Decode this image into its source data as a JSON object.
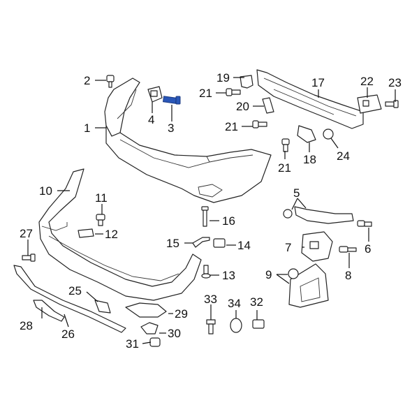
{
  "diagram": {
    "highlight_color": "#2a57b8",
    "callouts": [
      {
        "id": "c1",
        "label": "1"
      },
      {
        "id": "c2",
        "label": "2"
      },
      {
        "id": "c3",
        "label": "3",
        "highlighted": true
      },
      {
        "id": "c4",
        "label": "4"
      },
      {
        "id": "c5",
        "label": "5"
      },
      {
        "id": "c6",
        "label": "6"
      },
      {
        "id": "c7",
        "label": "7"
      },
      {
        "id": "c8",
        "label": "8"
      },
      {
        "id": "c9",
        "label": "9"
      },
      {
        "id": "c10",
        "label": "10"
      },
      {
        "id": "c11",
        "label": "11"
      },
      {
        "id": "c12",
        "label": "12"
      },
      {
        "id": "c13",
        "label": "13"
      },
      {
        "id": "c14",
        "label": "14"
      },
      {
        "id": "c15",
        "label": "15"
      },
      {
        "id": "c16",
        "label": "16"
      },
      {
        "id": "c17",
        "label": "17"
      },
      {
        "id": "c18",
        "label": "18"
      },
      {
        "id": "c19",
        "label": "19"
      },
      {
        "id": "c20",
        "label": "20"
      },
      {
        "id": "c21a",
        "label": "21"
      },
      {
        "id": "c21b",
        "label": "21"
      },
      {
        "id": "c21c",
        "label": "21"
      },
      {
        "id": "c22",
        "label": "22"
      },
      {
        "id": "c23",
        "label": "23"
      },
      {
        "id": "c24",
        "label": "24"
      },
      {
        "id": "c25",
        "label": "25"
      },
      {
        "id": "c26",
        "label": "26"
      },
      {
        "id": "c27",
        "label": "27"
      },
      {
        "id": "c28",
        "label": "28"
      },
      {
        "id": "c29",
        "label": "29"
      },
      {
        "id": "c30",
        "label": "30"
      },
      {
        "id": "c31",
        "label": "31"
      },
      {
        "id": "c32",
        "label": "32"
      },
      {
        "id": "c33",
        "label": "33"
      },
      {
        "id": "c34",
        "label": "34"
      }
    ]
  }
}
